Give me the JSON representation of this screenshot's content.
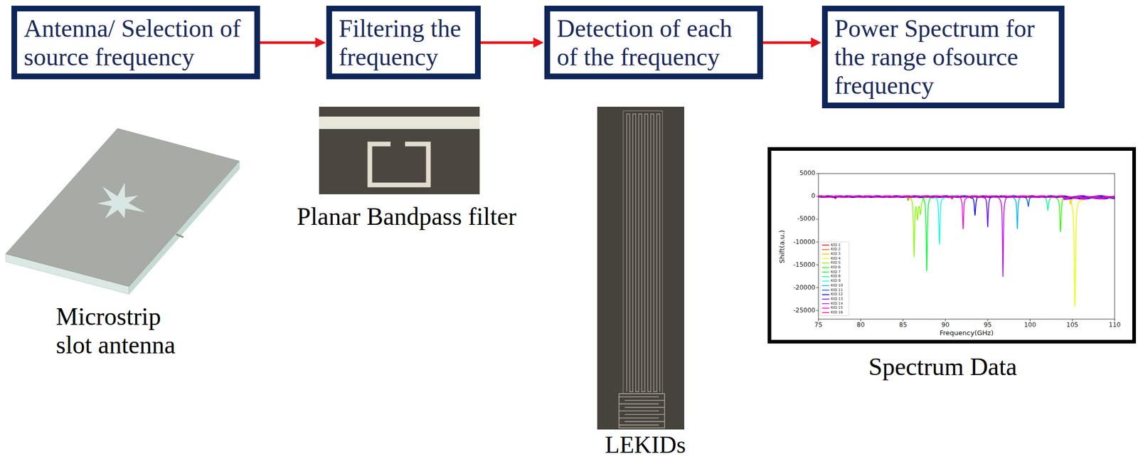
{
  "diagram": {
    "nodes": [
      {
        "text": [
          "Antenna/ Selection of source frequency"
        ]
      },
      {
        "text": [
          "Filtering the frequency"
        ]
      },
      {
        "text": [
          "Detection of each of the frequency"
        ]
      },
      {
        "text": [
          "Power Spectrum for the range ofsource frequency"
        ]
      }
    ],
    "edges": [
      {
        "from": 0,
        "to": 1,
        "arrow": "to"
      },
      {
        "from": 1,
        "to": 2,
        "arrow": "to"
      },
      {
        "from": 2,
        "to": 3,
        "arrow": "to"
      }
    ],
    "labels": [
      "Microstrip slot antenna",
      "Planar Bandpass filter",
      "LEKIDs",
      "Spectrum Data",
      "Shift(a.u.)",
      "Frequency(GHz)",
      "5000",
      "0",
      "-5000",
      "-10000",
      "-15000",
      "-20000",
      "-25000",
      "75",
      "80",
      "85",
      "90",
      "95",
      "100",
      "105",
      "110"
    ],
    "legend": [
      {
        "text": "KID 1"
      },
      {
        "text": "KID 2"
      },
      {
        "text": "KID 3"
      },
      {
        "text": "KID 4"
      },
      {
        "text": "KID 5"
      },
      {
        "text": "KID 6"
      },
      {
        "text": "KID 7"
      },
      {
        "text": "KID 8"
      },
      {
        "text": "KID 9"
      },
      {
        "text": "KID 10"
      },
      {
        "text": "KID 11"
      },
      {
        "text": "KID 12"
      },
      {
        "text": "KID 13"
      },
      {
        "text": "KID 14"
      },
      {
        "text": "KID 15"
      },
      {
        "text": "KID 16"
      }
    ]
  }
}
